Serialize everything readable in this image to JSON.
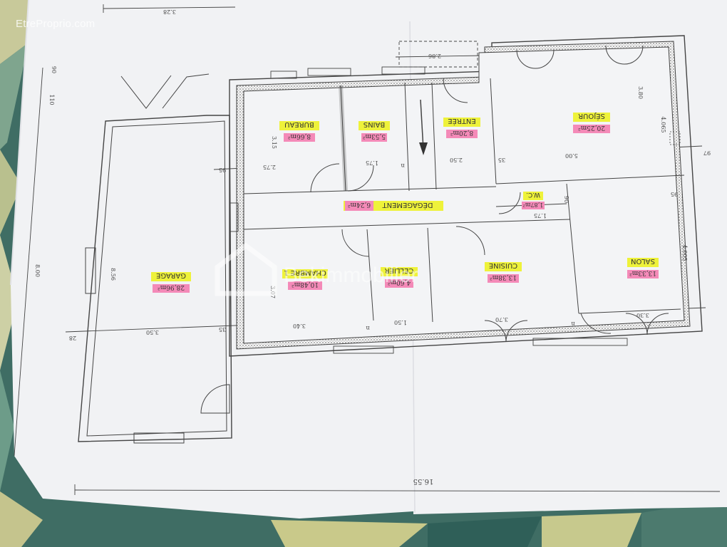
{
  "watermark": {
    "site": "EtreProprio.com",
    "agency": "Bekimmobilier"
  },
  "rooms": [
    {
      "name": "BUREAU",
      "area": "8,66m²"
    },
    {
      "name": "BAINS",
      "area": "5,53m²"
    },
    {
      "name": "ENTRÉE",
      "area": "8,20m²"
    },
    {
      "name": "SÉJOUR",
      "area": "20,25m²"
    },
    {
      "name": "DÉGAGEMENT",
      "area": "6,24m²"
    },
    {
      "name": "W.C.",
      "area": "1,87m²"
    },
    {
      "name": "GARAGE",
      "area": "28,96m²"
    },
    {
      "name": "CHAMBRE 1",
      "area": "10,48m²"
    },
    {
      "name": "CELLIER",
      "area": "4,60m²"
    },
    {
      "name": "CUISINE",
      "area": "13,38m²"
    },
    {
      "name": "SALON",
      "area": "13,33m²"
    }
  ],
  "dimensions": {
    "total_width": "16.55",
    "top_left": "3.28",
    "top_mid": "2.86",
    "left_height": "8.00",
    "garage_height": "8.56",
    "garage_width": "3.50",
    "left_small_a": "90",
    "left_small_b": "110",
    "left_small_c": "28",
    "bureau_h": "3.15",
    "bureau_w": "2.75",
    "bains_w": "1.75",
    "entree_w": "2.50",
    "sejour_w": "5.00",
    "sejour_h": "3.80",
    "sejour_side": "4.065",
    "wall_a": "95",
    "wall_b": "35",
    "wall_c": "95",
    "wall_d": "35",
    "right_small": "97",
    "chambre_w": "3.40",
    "chambre_h": "3.07",
    "cellier_w": "1.50",
    "cuisine_w": "3.70",
    "salon_w": "3.30",
    "salon_h": "4.005",
    "wc_w": "1.75",
    "wc_h": "90",
    "mark_n": "n"
  },
  "colors": {
    "paper": "#f1f2f4",
    "table_teal": "#3f6d64",
    "leaf_yellow": "#c9c98a",
    "highlight_pink": "#f48ab8",
    "highlight_yellow": "#eef23a",
    "ink": "#333333"
  }
}
